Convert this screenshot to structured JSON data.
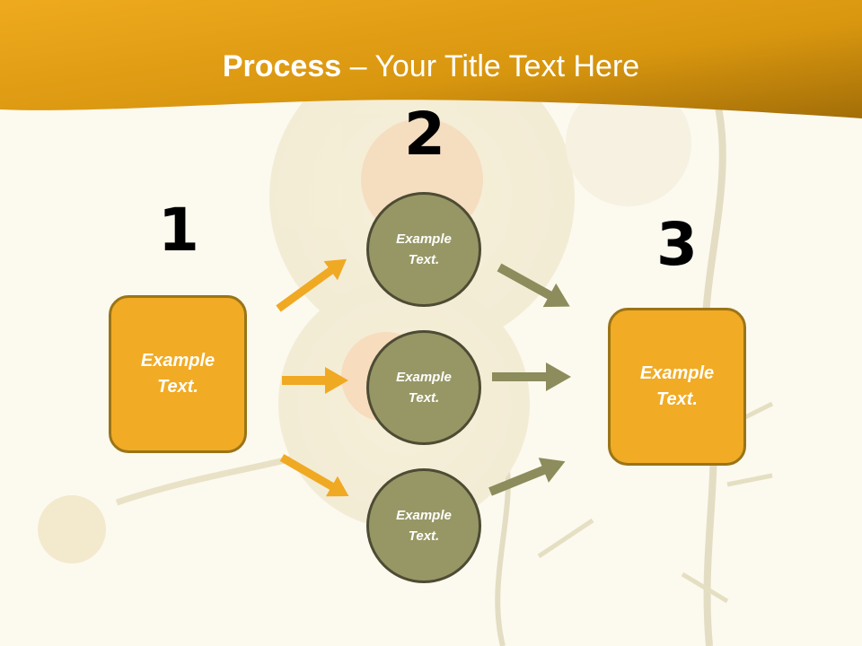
{
  "title": {
    "bold": "Process",
    "rest": " – Your Title Text Here"
  },
  "step_numbers": [
    "1",
    "2",
    "3"
  ],
  "boxes": [
    {
      "line1": "Example",
      "line2": "Text."
    },
    {
      "line1": "Example",
      "line2": "Text."
    }
  ],
  "circles": [
    {
      "line1": "Example",
      "line2": "Text."
    },
    {
      "line1": "Example",
      "line2": "Text."
    },
    {
      "line1": "Example",
      "line2": "Text."
    }
  ],
  "colors": {
    "header": "#e29c12",
    "background": "#fcf9ef",
    "box_fill": "#f1ab25",
    "box_border": "#9a7417",
    "circle_fill": "#979766",
    "circle_border": "#4d4b33",
    "arrow_orange": "#f0a923",
    "arrow_olive": "#8c8c5c"
  }
}
